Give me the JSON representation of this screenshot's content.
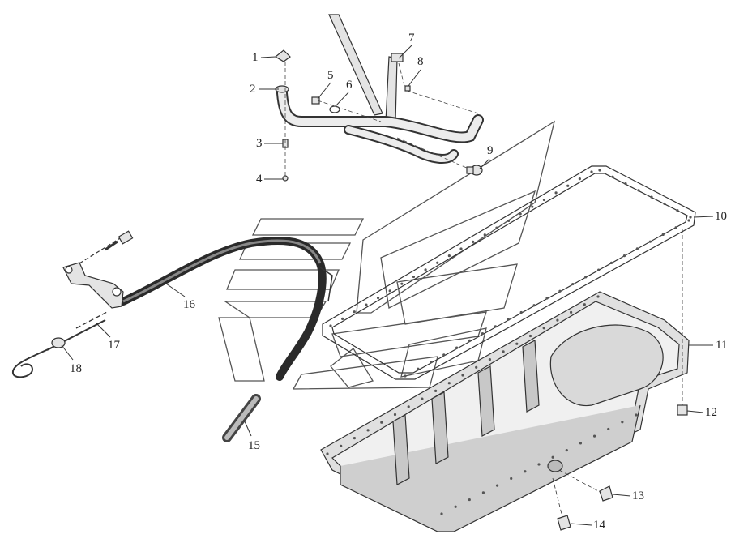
{
  "diagram": {
    "callouts": [
      {
        "id": "1",
        "text": "1"
      },
      {
        "id": "2",
        "text": "2"
      },
      {
        "id": "3",
        "text": "3"
      },
      {
        "id": "4",
        "text": "4"
      },
      {
        "id": "5",
        "text": "5"
      },
      {
        "id": "6",
        "text": "6"
      },
      {
        "id": "7",
        "text": "7"
      },
      {
        "id": "8",
        "text": "8"
      },
      {
        "id": "9",
        "text": "9"
      },
      {
        "id": "10",
        "text": "10"
      },
      {
        "id": "11",
        "text": "11"
      },
      {
        "id": "12",
        "text": "12"
      },
      {
        "id": "13",
        "text": "13"
      },
      {
        "id": "14",
        "text": "14"
      },
      {
        "id": "15",
        "text": "15"
      },
      {
        "id": "16",
        "text": "16"
      },
      {
        "id": "17",
        "text": "17"
      },
      {
        "id": "18",
        "text": "18"
      }
    ],
    "colors": {
      "line": "#333333",
      "part_fill": "#e4e4e4",
      "part_shade": "#bdbdbd",
      "hose": "#2a2a2a",
      "watermark": "#555555"
    }
  }
}
